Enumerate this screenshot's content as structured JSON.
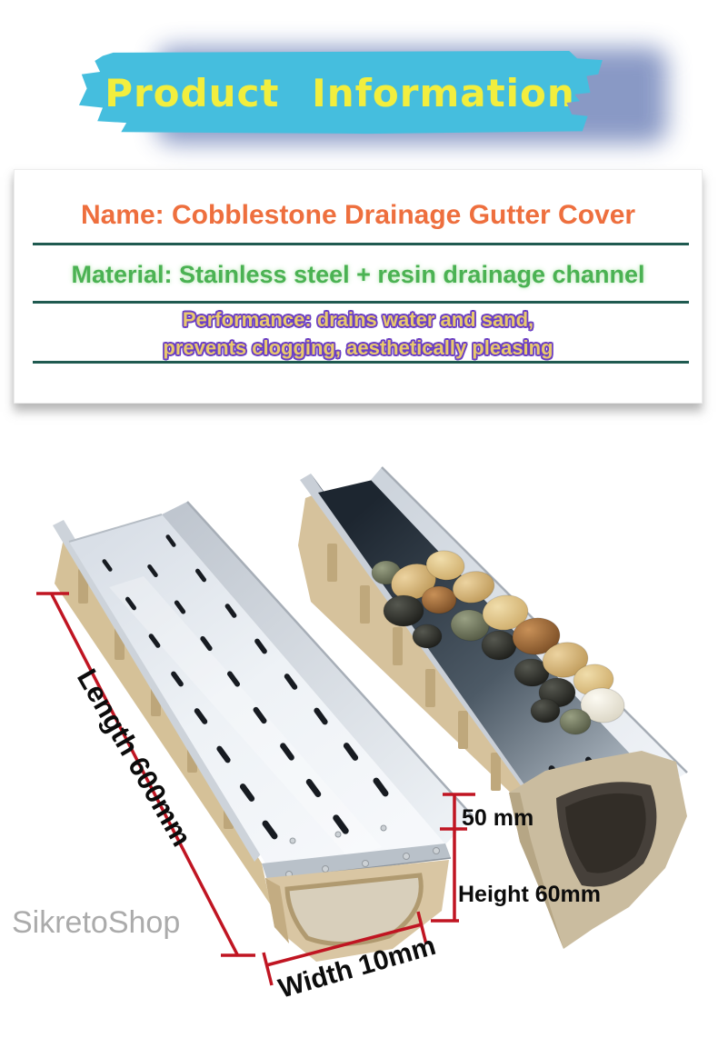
{
  "banner": {
    "title": "Product Information",
    "bg_color": "#45bede",
    "text_color": "#f2ee3e",
    "shadow_color": "#8091c1"
  },
  "info_card": {
    "name_line": "Name: Cobblestone Drainage Gutter Cover",
    "name_color": "#ee6f3e",
    "material_line": "Material: Stainless steel + resin drainage channel",
    "material_color": "#4bb253",
    "performance_line1": "Performance: drains water and sand,",
    "performance_line2": "prevents clogging, aesthetically pleasing",
    "performance_fill_color": "#e9c96d",
    "performance_outline_color": "#6b3fc4",
    "divider_color": "#1f5a50"
  },
  "product_photo": {
    "watermark": "SikretoShop",
    "dimension_color": "#c01522",
    "labels": {
      "length": "Length 600mm",
      "cover_height": "50 mm",
      "height": "Height 60mm",
      "width": "Width 10mm"
    }
  }
}
